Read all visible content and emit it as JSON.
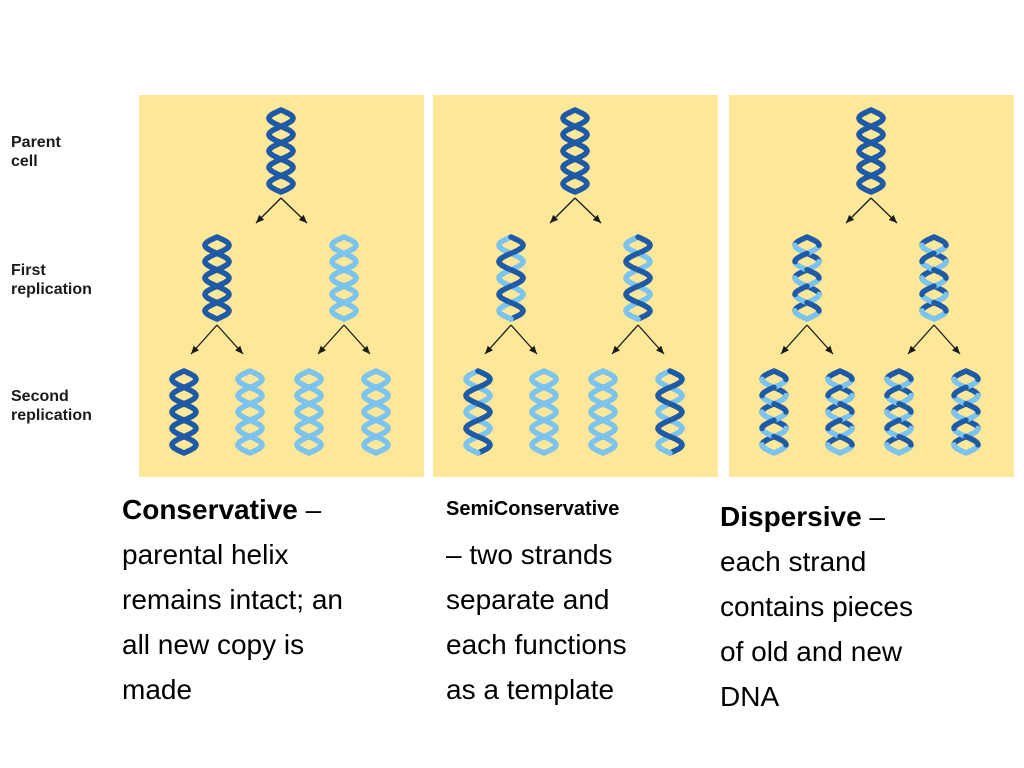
{
  "row_labels": {
    "parent": [
      "Parent",
      "cell"
    ],
    "first": [
      "First",
      "replication"
    ],
    "second": [
      "Second",
      "replication"
    ]
  },
  "colors": {
    "old_strand": "#1f5aa6",
    "new_strand": "#7cc3ee",
    "panel_bg": "#fde89a",
    "arrow": "#1a1a1a"
  },
  "models": [
    {
      "id": "conservative",
      "caption_title": "Conservative",
      "caption_sep": " –",
      "caption_lines": [
        "parental helix",
        "remains intact; an",
        "all new copy is",
        "made"
      ],
      "parent": [
        "old",
        "old"
      ],
      "first": [
        [
          "old",
          "old"
        ],
        [
          "new",
          "new"
        ]
      ],
      "second": [
        [
          "old",
          "old"
        ],
        [
          "new",
          "new"
        ],
        [
          "new",
          "new"
        ],
        [
          "new",
          "new"
        ]
      ]
    },
    {
      "id": "semiconservative",
      "caption_title": "SemiConservative",
      "caption_sep": "",
      "caption_lines": [
        "– two strands",
        "separate and",
        "each functions",
        "as a template"
      ],
      "parent": [
        "old",
        "old"
      ],
      "first": [
        [
          "old",
          "new"
        ],
        [
          "old",
          "new"
        ]
      ],
      "second": [
        [
          "old",
          "new"
        ],
        [
          "new",
          "new"
        ],
        [
          "new",
          "new"
        ],
        [
          "old",
          "new"
        ]
      ]
    },
    {
      "id": "dispersive",
      "caption_title": "Dispersive",
      "caption_sep": " –",
      "caption_lines": [
        "each strand",
        "contains pieces",
        "of old and new",
        "DNA"
      ],
      "parent": [
        "old",
        "old"
      ],
      "first": [
        [
          "mixed",
          "mixed"
        ],
        [
          "mixed",
          "mixed"
        ]
      ],
      "second": [
        [
          "mixed",
          "mixed"
        ],
        [
          "mixed",
          "mixed"
        ],
        [
          "mixed",
          "mixed"
        ],
        [
          "mixed",
          "mixed"
        ]
      ]
    }
  ]
}
